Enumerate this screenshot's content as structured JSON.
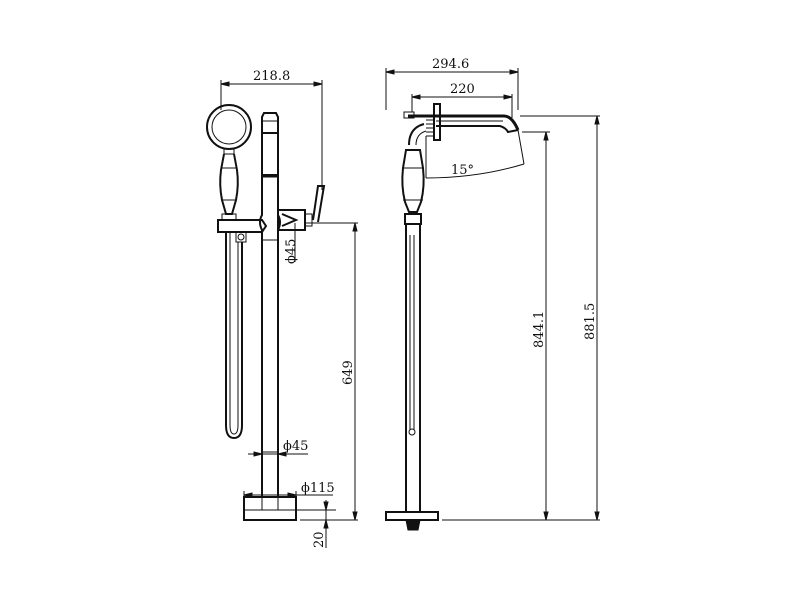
{
  "drawing": {
    "background": "#ffffff",
    "line_color": "#111111",
    "front_view": {
      "width_label": "218.8",
      "outlet_diameter_label": "ϕ45",
      "height_label": "649",
      "pipe_diameter_label": "ϕ45",
      "base_diameter_label": "ϕ115",
      "base_height_label": "20"
    },
    "side_view": {
      "total_reach_label": "294.6",
      "spout_reach_label": "220",
      "angle_label": "15°",
      "spout_height_label": "844.1",
      "total_height_label": "881.5"
    }
  }
}
